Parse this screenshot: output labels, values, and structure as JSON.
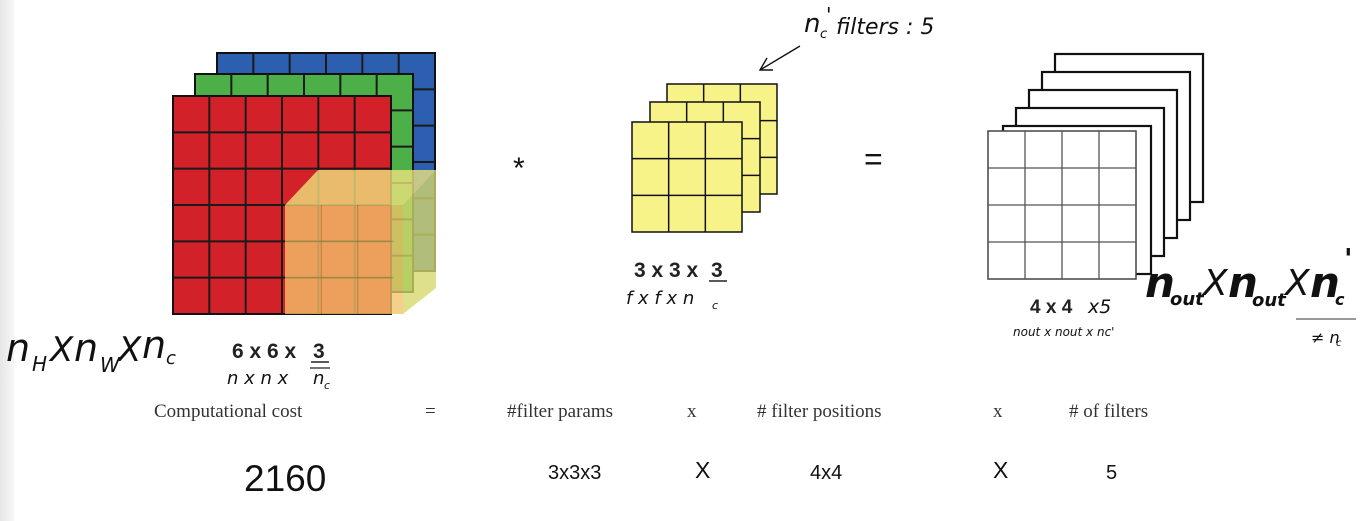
{
  "diagram": {
    "input": {
      "dims": "6 x 6 x",
      "channel": "3",
      "handwritten_dims": "n x n x",
      "handwritten_channel": "n",
      "handwritten_channel_sub": "c",
      "shape_note": [
        "n",
        "H",
        "X",
        "n",
        "W",
        "X",
        "n",
        "c"
      ],
      "colors": {
        "red": "#d3212a",
        "green": "#4caf47",
        "blue": "#2d5fb0",
        "highlight": "#f3c46a"
      }
    },
    "operator_convolve": "*",
    "filter": {
      "dims": "3 x 3 x",
      "channel": "3",
      "handwritten": "f x f x n",
      "handwritten_sub": "c",
      "note_n": "n",
      "note_sub": "c",
      "note_mark": "'",
      "note_text": "filters : 5",
      "color": "#f7f389"
    },
    "operator_equals": "=",
    "output": {
      "dims": "4 x 4",
      "handwritten_depth": "x5",
      "handwritten_sub_note": "nout x nout x nc'",
      "shape_note_parts": [
        "n",
        "out",
        "X",
        "n",
        "out",
        "X",
        "n",
        "c",
        "'"
      ],
      "neq_note": "≠ n",
      "neq_sub": "c"
    }
  },
  "cost_header": {
    "label": "Computational cost",
    "equals": "=",
    "filter_params": "#filter params",
    "times1": "x",
    "filter_positions": "# filter positions",
    "times2": "x",
    "num_filters": "# of filters"
  },
  "cost_values": {
    "total": "2160",
    "params": "3x3x3",
    "times1": "X",
    "positions": "4x4",
    "times2": "X",
    "filters": "5"
  }
}
